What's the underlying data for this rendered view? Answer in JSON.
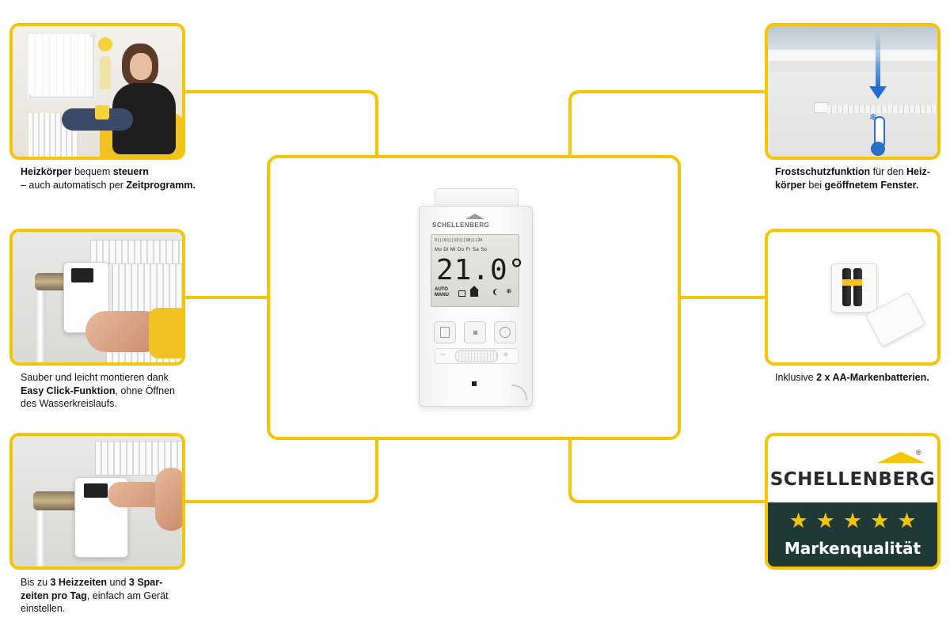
{
  "captions": {
    "top_left": [
      {
        "text": "Heizkörper",
        "bold": true
      },
      {
        "text": " bequem ",
        "bold": false
      },
      {
        "text": "steuern",
        "bold": true
      },
      {
        "text": "\n– auch automatisch per ",
        "bold": false
      },
      {
        "text": "Zeitprogramm.",
        "bold": true
      }
    ],
    "mid_left": [
      {
        "text": "Sauber und leicht montieren dank\n",
        "bold": false
      },
      {
        "text": "Easy Click-Funktion",
        "bold": true
      },
      {
        "text": ", ohne Öffnen\ndes Wasserkreislaufs.",
        "bold": false
      }
    ],
    "bottom_left": [
      {
        "text": "Bis zu ",
        "bold": false
      },
      {
        "text": "3 Heizzeiten",
        "bold": true
      },
      {
        "text": " und ",
        "bold": false
      },
      {
        "text": "3 Spar-\nzeiten pro Tag",
        "bold": true
      },
      {
        "text": ", einfach am Gerät\neinstellen.",
        "bold": false
      }
    ],
    "top_right": [
      {
        "text": "Frostschutzfunktion",
        "bold": true
      },
      {
        "text": " für den ",
        "bold": false
      },
      {
        "text": "Heiz-\nkörper",
        "bold": true
      },
      {
        "text": " bei ",
        "bold": false
      },
      {
        "text": "geöffnetem Fenster.",
        "bold": true
      }
    ],
    "mid_right": [
      {
        "text": "Inklusive ",
        "bold": false
      },
      {
        "text": "2 x AA-Markenbatterien.",
        "bold": true
      }
    ]
  },
  "thermostat": {
    "brand": "SCHELLENBERG",
    "hours": "0 | | | 6 | | | 12 | | | 18 | | | 24",
    "days": "Mo Di Mi Do Fr Sa So",
    "temp": "21.0°",
    "mode_auto": "AUTO",
    "mode_manu": "MANU",
    "minus": "−",
    "plus": "+"
  },
  "badge": {
    "brand": "SCHELLENBERG",
    "registered": "®",
    "stars": [
      "★",
      "★",
      "★",
      "★",
      "★"
    ],
    "label": "Markenqualität"
  },
  "colors": {
    "accent": "#f6c400",
    "badge_dark": "#1f3a36",
    "text": "#111111"
  }
}
